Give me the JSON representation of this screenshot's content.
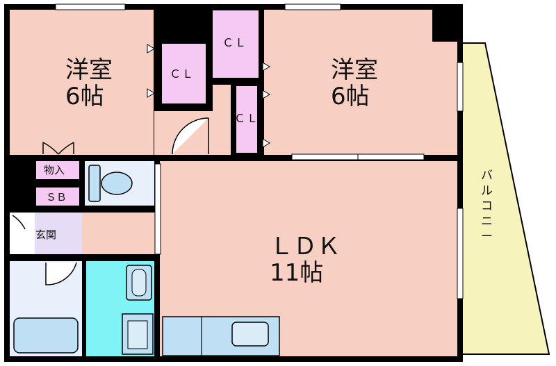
{
  "rooms": {
    "western_left": {
      "name": "洋室",
      "size": "6帖"
    },
    "western_right": {
      "name": "洋室",
      "size": "6帖"
    },
    "ldk": {
      "name": "ＬＤＫ",
      "size": "11帖"
    }
  },
  "closets": {
    "left": "ＣＬ",
    "right_top": "ＣＬ",
    "right_bottom": "ＣＬ"
  },
  "storage": {
    "mono_ire": "物入",
    "shoe_box": "ＳＢ"
  },
  "entrance": "玄関",
  "balcony_chars": [
    "バ",
    "ル",
    "コ",
    "ニ",
    "ー"
  ],
  "colors": {
    "room": "#f7cfc3",
    "closet": "#f6c9f3",
    "wet_area": "#7ff3f5",
    "bath": "#e8f0fb",
    "fixture": "#bfe0f4",
    "balcony": "#f7f3bd",
    "wall": "#000000"
  }
}
